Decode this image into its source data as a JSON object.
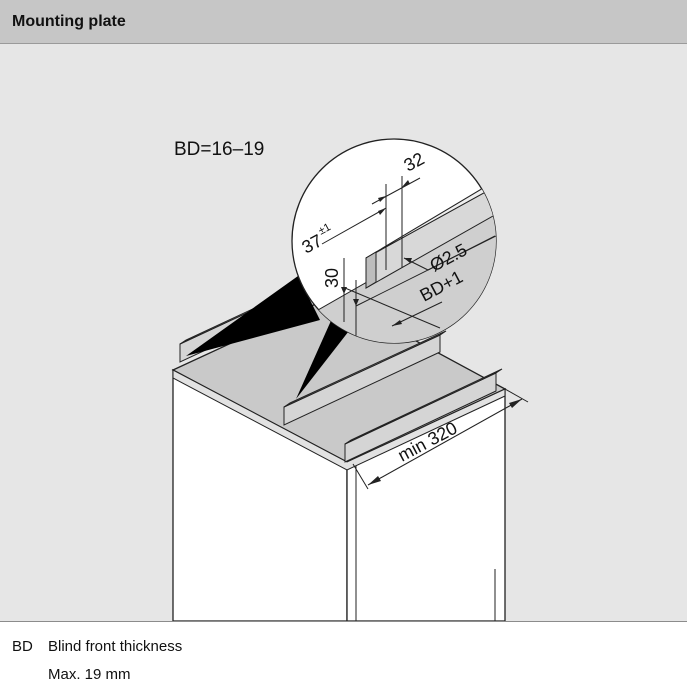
{
  "header": {
    "title": "Mounting plate"
  },
  "diagram": {
    "bd_range": "BD=16–19",
    "dim_32": "32",
    "dim_37": "37",
    "dim_37_tol": "±1",
    "dim_30": "30",
    "dim_hole": "Ø2.5",
    "dim_bd_plus": "BD+1",
    "dim_min": "min 320"
  },
  "legend": {
    "abbr": "BD",
    "description": "Blind front thickness",
    "note": "Max. 19 mm"
  }
}
